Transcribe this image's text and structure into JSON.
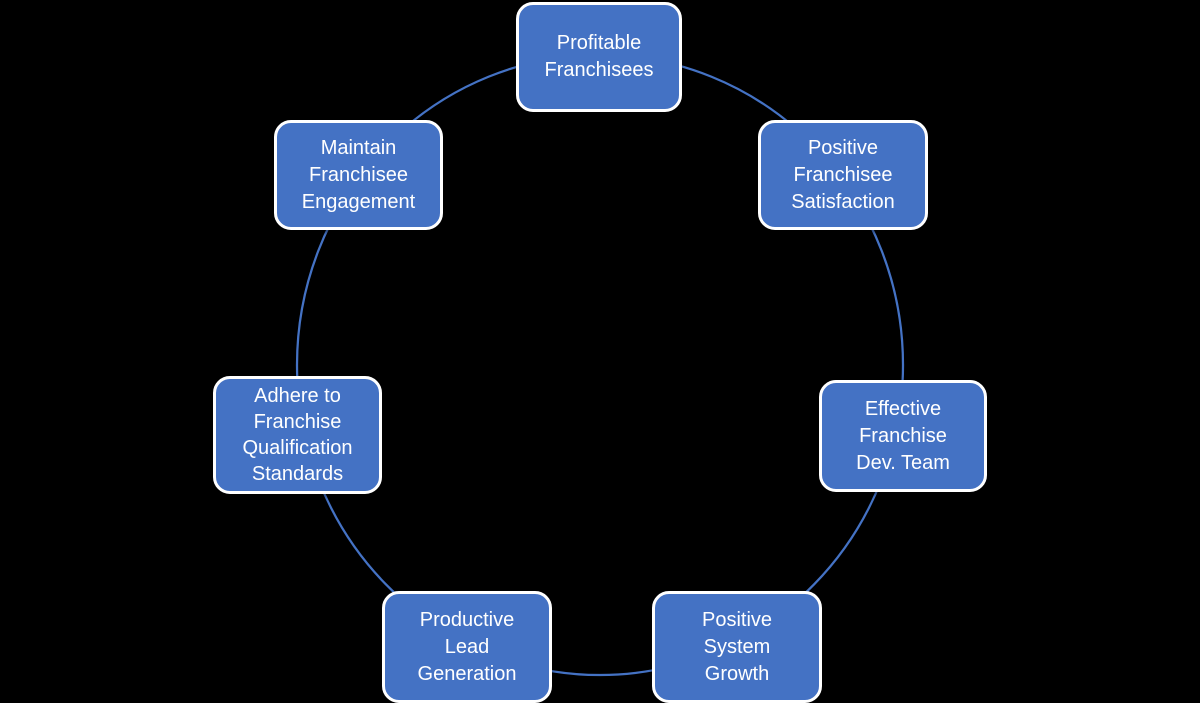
{
  "diagram": {
    "type": "cycle",
    "colors": {
      "node_fill": "#4472C4",
      "node_border": "#FFFFFF",
      "node_text": "#FFFFFF",
      "connector": "#4472C4",
      "background": "#000000"
    },
    "nodes": [
      {
        "id": "profitable-franchisees",
        "label": "Profitable\nFranchisees"
      },
      {
        "id": "positive-franchisee-satisfaction",
        "label": "Positive\nFranchisee\nSatisfaction"
      },
      {
        "id": "effective-franchise-dev-team",
        "label": "Effective\nFranchise\nDev. Team"
      },
      {
        "id": "positive-system-growth",
        "label": "Positive\nSystem\nGrowth"
      },
      {
        "id": "productive-lead-generation",
        "label": "Productive\nLead\nGeneration"
      },
      {
        "id": "adhere-to-franchise-qualification-standards",
        "label": "Adhere to\nFranchise\nQualification\nStandards"
      },
      {
        "id": "maintain-franchisee-engagement",
        "label": "Maintain\nFranchisee\nEngagement"
      }
    ]
  }
}
